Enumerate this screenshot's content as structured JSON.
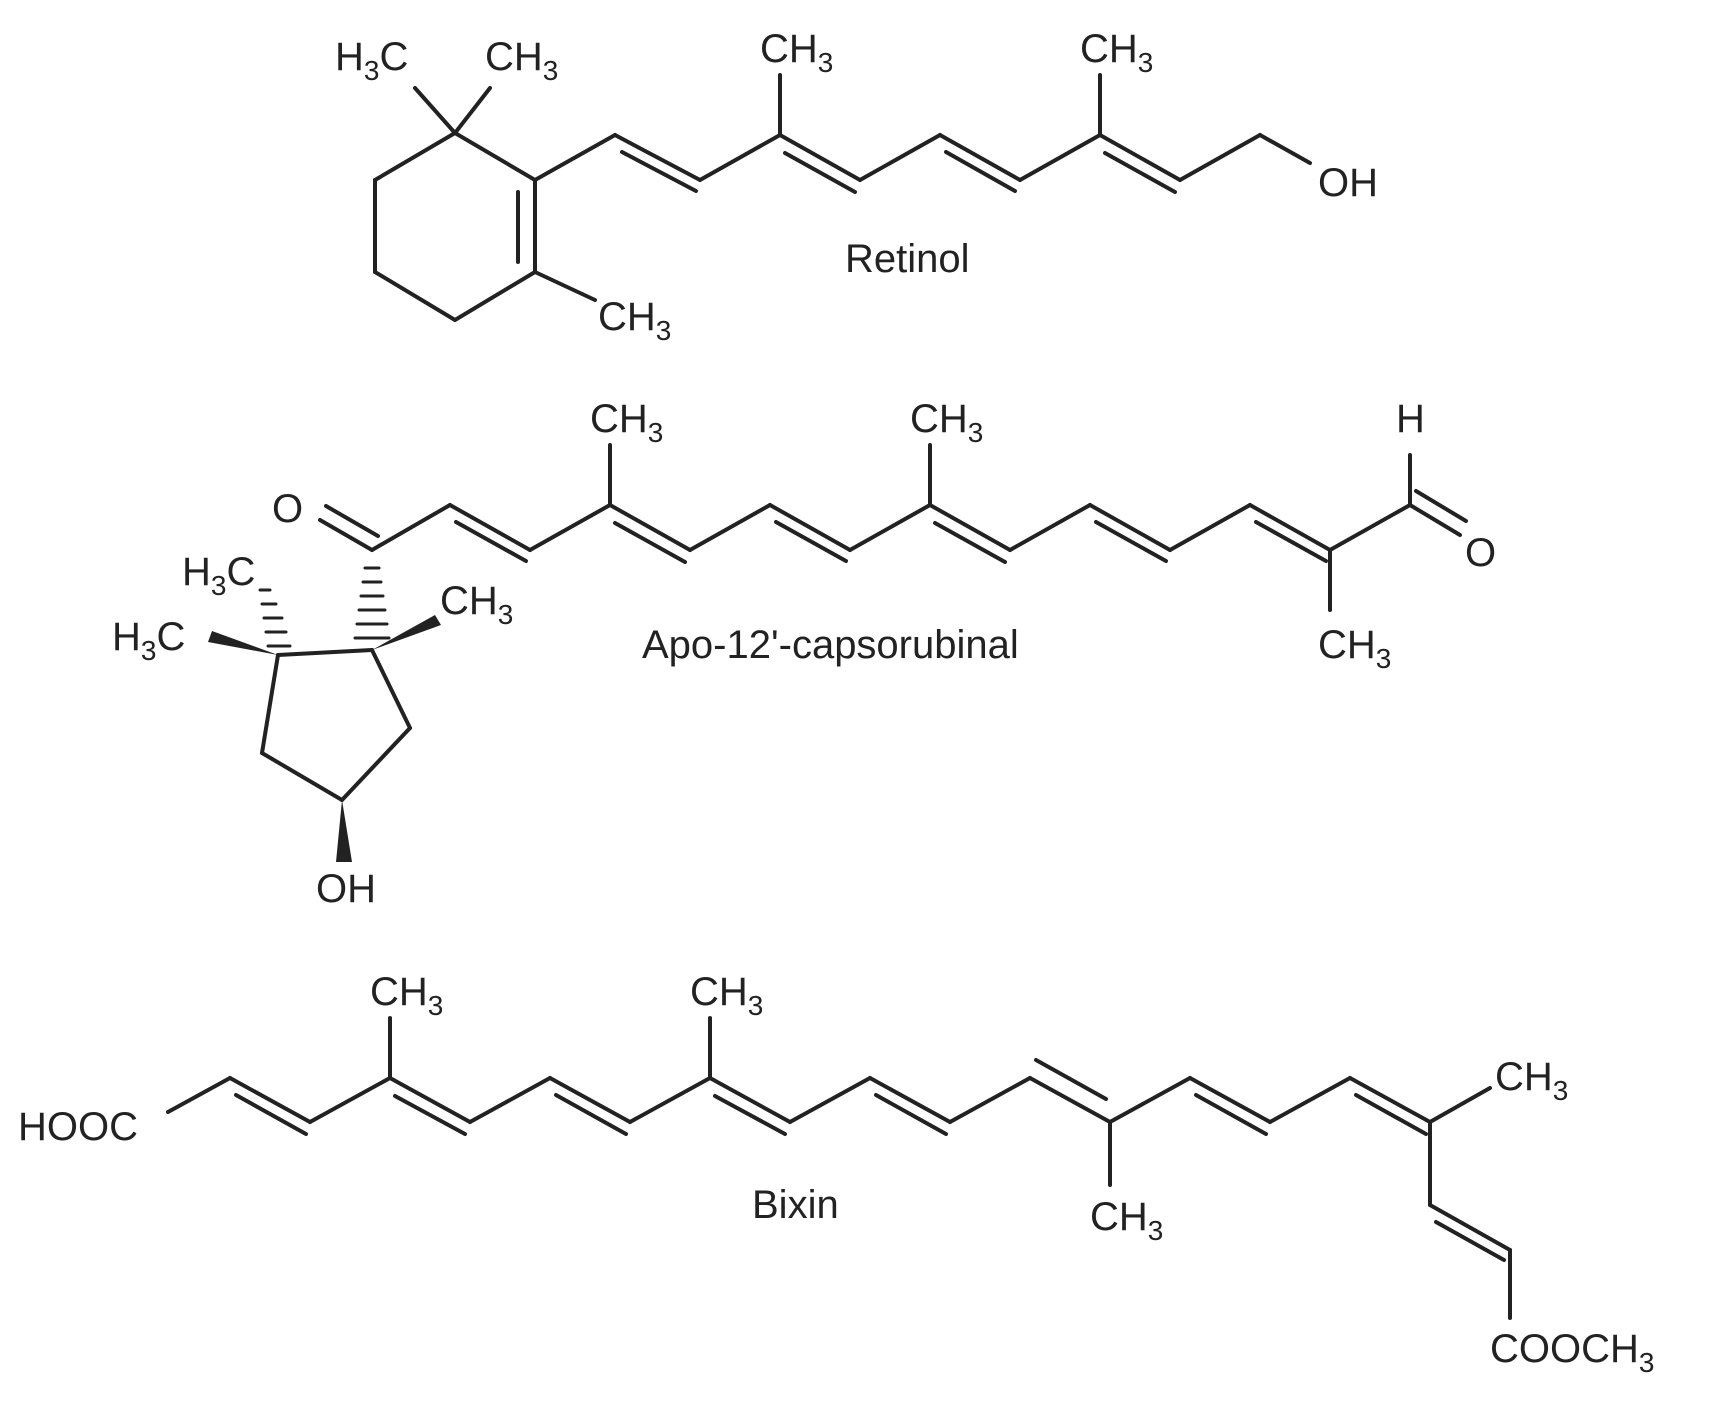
{
  "colors": {
    "bond": "#222222",
    "background": "#ffffff"
  },
  "molecules": [
    {
      "name": "Retinol",
      "atoms": {
        "h3c_left": {
          "main": "H",
          "sub": "3",
          "tail": "C"
        },
        "ch3_gem": {
          "main": "CH",
          "sub": "3",
          "tail": ""
        },
        "ch3_ring": {
          "main": "CH",
          "sub": "3",
          "tail": ""
        },
        "ch3_a": {
          "main": "CH",
          "sub": "3",
          "tail": ""
        },
        "ch3_b": {
          "main": "CH",
          "sub": "3",
          "tail": ""
        },
        "oh": {
          "main": "OH",
          "sub": "",
          "tail": ""
        }
      }
    },
    {
      "name": "Apo-12'-capsorubinal",
      "atoms": {
        "o_ketone": {
          "main": "O",
          "sub": "",
          "tail": ""
        },
        "h3c_upper": {
          "main": "H",
          "sub": "3",
          "tail": "C"
        },
        "h3c_lower": {
          "main": "H",
          "sub": "3",
          "tail": "C"
        },
        "ch3_wedge": {
          "main": "CH",
          "sub": "3",
          "tail": ""
        },
        "oh": {
          "main": "OH",
          "sub": "",
          "tail": ""
        },
        "ch3_a": {
          "main": "CH",
          "sub": "3",
          "tail": ""
        },
        "ch3_b": {
          "main": "CH",
          "sub": "3",
          "tail": ""
        },
        "h_ald": {
          "main": "H",
          "sub": "",
          "tail": ""
        },
        "o_ald": {
          "main": "O",
          "sub": "",
          "tail": ""
        },
        "ch3_c": {
          "main": "CH",
          "sub": "3",
          "tail": ""
        }
      }
    },
    {
      "name": "Bixin",
      "atoms": {
        "hooc": {
          "main": "HOOC",
          "sub": "",
          "tail": ""
        },
        "ch3_a": {
          "main": "CH",
          "sub": "3",
          "tail": ""
        },
        "ch3_b": {
          "main": "CH",
          "sub": "3",
          "tail": ""
        },
        "ch3_c": {
          "main": "CH",
          "sub": "3",
          "tail": ""
        },
        "ch3_d": {
          "main": "CH",
          "sub": "3",
          "tail": ""
        },
        "cooch3": {
          "main": "COOCH",
          "sub": "3",
          "tail": ""
        }
      }
    }
  ]
}
